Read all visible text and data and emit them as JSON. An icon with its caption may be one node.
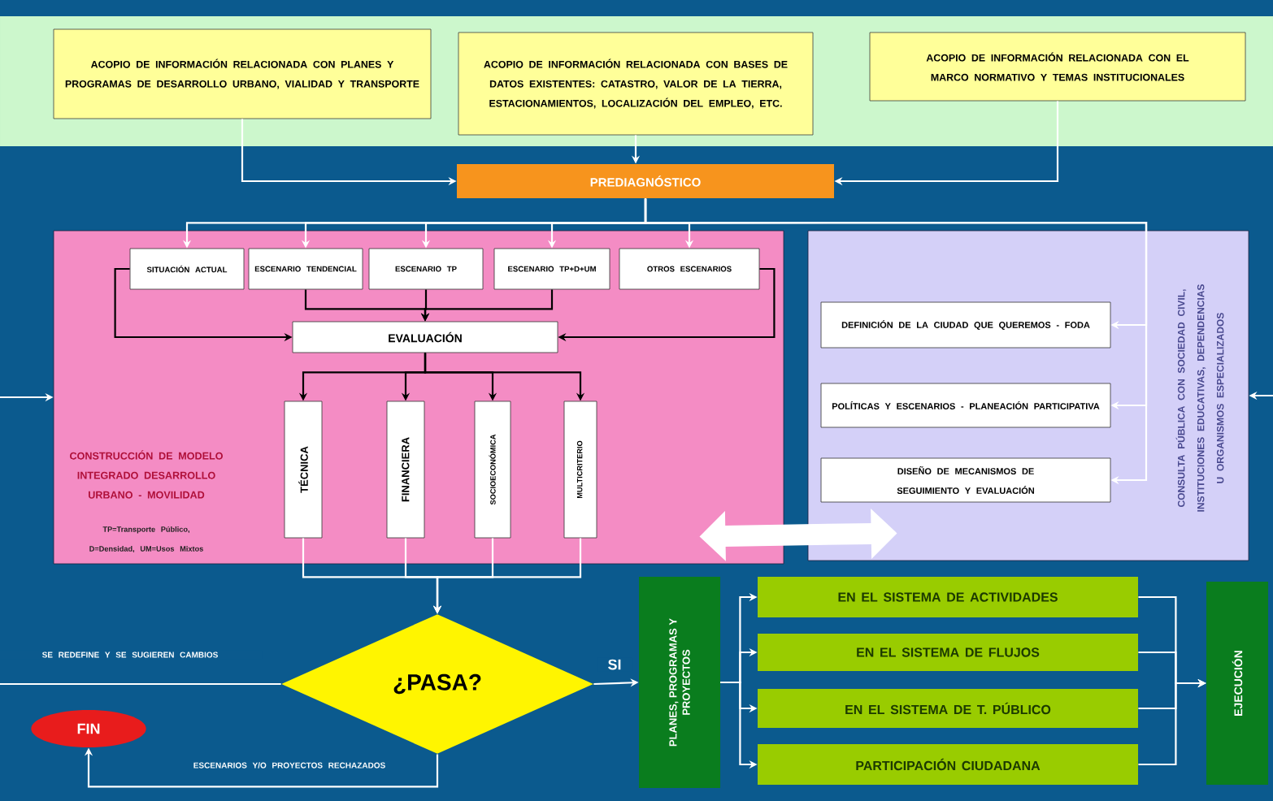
{
  "diagram": {
    "nodes": [
      {
        "text": [
          "ACOPIO DE INFORMACIÓN RELACIONADA CON PLANES Y PROGRAMAS DE DESARROLLO URBANO, VIALIDAD Y TRANSPORTE"
        ]
      },
      {
        "text": [
          "ACOPIO DE INFORMACIÓN RELACIONADA CON BASES DE DATOS EXISTENTES: CATASTRO, VALOR DE LA TIERRA, ESTACIONAMIENTOS, LOCALIZACIÓN DEL EMPLEO, ETC."
        ]
      },
      {
        "text": [
          "ACOPIO DE INFORMACIÓN RELACIONADA CON EL MARCO NORMATIVO Y TEMAS INSTITUCIONALES"
        ]
      },
      {
        "text": [
          "PREDIAGNÓSTICO"
        ]
      },
      {
        "text": [
          "CONSTRUCCIÓN DE MODELO INTEGRADO DESARROLLO URBANO - MOVILIDAD",
          "TP=Transporte Público, D=Densidad, UM=Usos Mixtos"
        ]
      },
      {
        "text": [
          "SITUACIÓN ACTUAL"
        ],
        "in": 4
      },
      {
        "text": [
          "ESCENARIO TENDENCIAL"
        ],
        "in": 4
      },
      {
        "text": [
          "ESCENARIO TP"
        ],
        "in": 4
      },
      {
        "text": [
          "ESCENARIO TP+D+UM"
        ],
        "in": 4
      },
      {
        "text": [
          "OTROS ESCENARIOS"
        ],
        "in": 4
      },
      {
        "text": [
          "EVALUACIÓN"
        ],
        "in": 4
      },
      {
        "text": [
          "TÉCNICA"
        ],
        "in": 4
      },
      {
        "text": [
          "FINANCIERA"
        ],
        "in": 4
      },
      {
        "text": [
          "SOCIOECONÓMICA"
        ],
        "in": 4
      },
      {
        "text": [
          "MULTICRITERIO"
        ],
        "in": 4
      },
      {
        "text": [
          "CONSULTA PÚBLICA CON SOCIEDAD CIVIL, INSTITUCIONES EDUCATIVAS, DEPENDENCIAS U ORGANISMOS ESPECIALIZADOS"
        ]
      },
      {
        "text": [
          "DEFINICIÓN DE LA CIUDAD QUE QUEREMOS - FODA"
        ],
        "in": 15
      },
      {
        "text": [
          "POLÍTICAS Y ESCENARIOS - PLANEACIÓN PARTICIPATIVA"
        ],
        "in": 15
      },
      {
        "text": [
          "DISEÑO DE MECANISMOS DE SEGUIMIENTO Y EVALUACIÓN"
        ],
        "in": 15
      },
      {
        "text": [
          "¿PASA?"
        ]
      },
      {
        "text": [
          "FIN"
        ]
      },
      {
        "text": [
          "PLANES, PROGRAMAS Y PROYECTOS"
        ]
      },
      {
        "text": [
          "EN EL SISTEMA DE ACTIVIDADES"
        ]
      },
      {
        "text": [
          "EN EL SISTEMA DE FLUJOS"
        ]
      },
      {
        "text": [
          "EN EL SISTEMA DE T. PÚBLICO"
        ]
      },
      {
        "text": [
          "PARTICIPACIÓN CIUDADANA"
        ]
      },
      {
        "text": [
          "EJECUCIÓN"
        ]
      }
    ],
    "edges": [
      {
        "from": 0,
        "to": 3,
        "arrow": "to"
      },
      {
        "from": 1,
        "to": 3,
        "arrow": "to"
      },
      {
        "from": 2,
        "to": 3,
        "arrow": "to"
      },
      {
        "from": 3,
        "to": 5,
        "arrow": "to"
      },
      {
        "from": 3,
        "to": 6,
        "arrow": "to"
      },
      {
        "from": 3,
        "to": 7,
        "arrow": "to"
      },
      {
        "from": 3,
        "to": 8,
        "arrow": "to"
      },
      {
        "from": 3,
        "to": 9,
        "arrow": "to"
      },
      {
        "from": 3,
        "to": 16,
        "arrow": "to"
      },
      {
        "from": 3,
        "to": 17,
        "arrow": "to"
      },
      {
        "from": 3,
        "to": 18,
        "arrow": "to"
      },
      {
        "from": 5,
        "to": 10,
        "arrow": "to",
        "color": "#000000"
      },
      {
        "from": 6,
        "to": 10,
        "arrow": "to",
        "color": "#000000"
      },
      {
        "from": 7,
        "to": 10,
        "arrow": "to",
        "color": "#000000"
      },
      {
        "from": 8,
        "to": 10,
        "arrow": "to",
        "color": "#000000"
      },
      {
        "from": 9,
        "to": 10,
        "arrow": "to",
        "color": "#000000"
      },
      {
        "from": 10,
        "to": 11,
        "arrow": "to",
        "color": "#000000"
      },
      {
        "from": 10,
        "to": 12,
        "arrow": "to",
        "color": "#000000"
      },
      {
        "from": 10,
        "to": 13,
        "arrow": "to",
        "color": "#000000"
      },
      {
        "from": 10,
        "to": 14,
        "arrow": "to",
        "color": "#000000"
      },
      {
        "from": 11,
        "to": 19,
        "arrow": "to"
      },
      {
        "from": 12,
        "to": 19,
        "arrow": "to"
      },
      {
        "from": 13,
        "to": 19,
        "arrow": "to"
      },
      {
        "from": 14,
        "to": 19,
        "arrow": "to"
      },
      {
        "from": 19,
        "to": 21,
        "arrow": "to",
        "label": "SI"
      },
      {
        "from": 19,
        "to": null,
        "arrow": "none",
        "label": "SE REDEFINE Y SE SUGIEREN CAMBIOS"
      },
      {
        "from": 19,
        "to": 20,
        "arrow": "to",
        "label": "ESCENARIOS Y/O PROYECTOS RECHAZADOS"
      },
      {
        "from": null,
        "to": 4,
        "arrow": "to"
      },
      {
        "from": null,
        "to": 15,
        "arrow": "to"
      },
      {
        "from": 4,
        "to": 15,
        "arrow": "both",
        "style": "thick"
      },
      {
        "from": 21,
        "to": 22,
        "arrow": "to"
      },
      {
        "from": 21,
        "to": 23,
        "arrow": "to"
      },
      {
        "from": 21,
        "to": 24,
        "arrow": "to"
      },
      {
        "from": 21,
        "to": 25,
        "arrow": "to"
      },
      {
        "from": 22,
        "to": 26,
        "arrow": "to"
      },
      {
        "from": 23,
        "to": 26,
        "arrow": "to"
      },
      {
        "from": 24,
        "to": 26,
        "arrow": "to"
      },
      {
        "from": 25,
        "to": 26,
        "arrow": "to"
      }
    ]
  }
}
